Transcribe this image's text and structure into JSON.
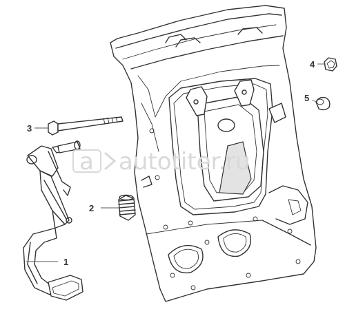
{
  "watermark": {
    "text": "autotiter.ru",
    "logo_glyph": "a"
  },
  "callouts": [
    {
      "id": "1",
      "label": "1"
    },
    {
      "id": "2",
      "label": "2"
    },
    {
      "id": "3",
      "label": "3"
    },
    {
      "id": "4",
      "label": "4"
    },
    {
      "id": "5",
      "label": "5"
    }
  ],
  "colors": {
    "ink": "#333333",
    "watermark": "#d9d9d9"
  }
}
